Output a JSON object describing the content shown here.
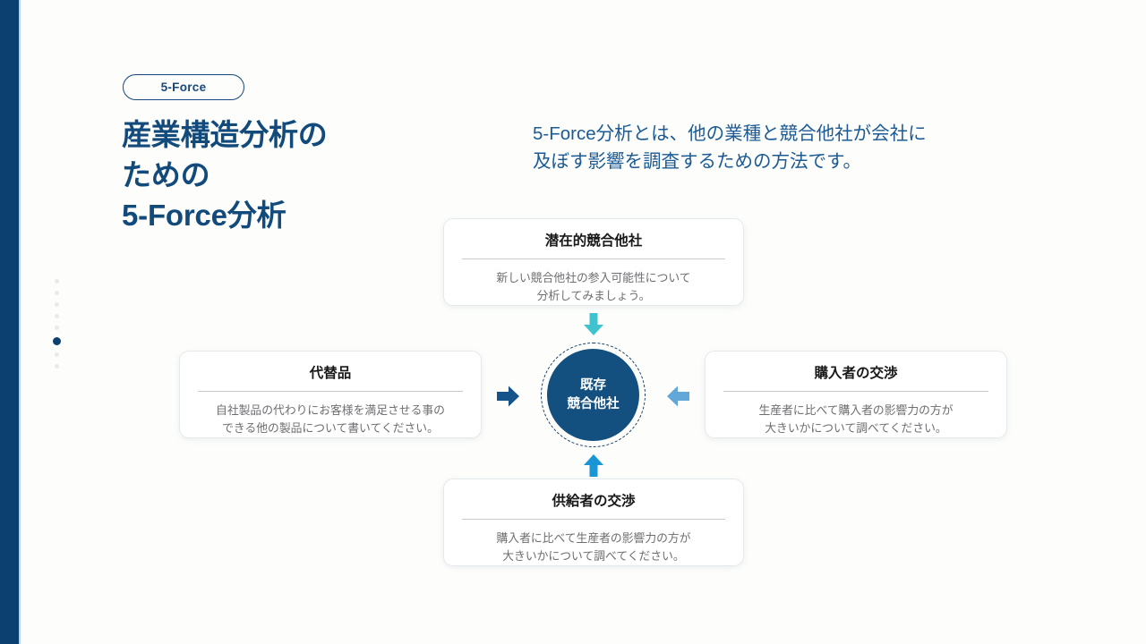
{
  "slide": {
    "background_color": "#fdfefc",
    "rail_color": "#0b4070",
    "rail_line_color": "#bcd4e6"
  },
  "badge": {
    "label": "5-Force",
    "color": "#17477c"
  },
  "headline": {
    "text": "産業構造分析の\nための\n5-Force分析",
    "color": "#134a7c"
  },
  "lead": {
    "text": "5-Force分析とは、他の業種と競合他社が会社に\n及ぼす影響を調査するための方法です。",
    "color": "#1b5a94"
  },
  "center": {
    "label": "既存\n競合他社",
    "fill_color": "#14507f",
    "ring_color": "#153f68",
    "text_color": "#ffffff"
  },
  "cards": {
    "top": {
      "title": "潜在的競合他社",
      "body": "新しい競合他社の参入可能性について\n分析してみましょう。"
    },
    "left": {
      "title": "代替品",
      "body": "自社製品の代わりにお客様を満足させる事の\nできる他の製品について書いてください。"
    },
    "right": {
      "title": "購入者の交渉",
      "body": "生産者に比べて購入者の影響力の方が\n大きいかについて調べてください。"
    },
    "bottom": {
      "title": "供給者の交渉",
      "body": "購入者に比べて生産者の影響力の方が\n大きいかについて調べてください。"
    }
  },
  "arrows": {
    "top": {
      "direction": "down",
      "color": "#3fc4cf"
    },
    "left": {
      "direction": "right",
      "color": "#15548a"
    },
    "right": {
      "direction": "left",
      "color": "#63a6d8"
    },
    "bottom": {
      "direction": "up",
      "color": "#1a95d5"
    }
  },
  "pager": {
    "total_dots": 8,
    "active_index": 5,
    "active_color": "#0b4070",
    "inactive_color": "#e9eaea"
  }
}
